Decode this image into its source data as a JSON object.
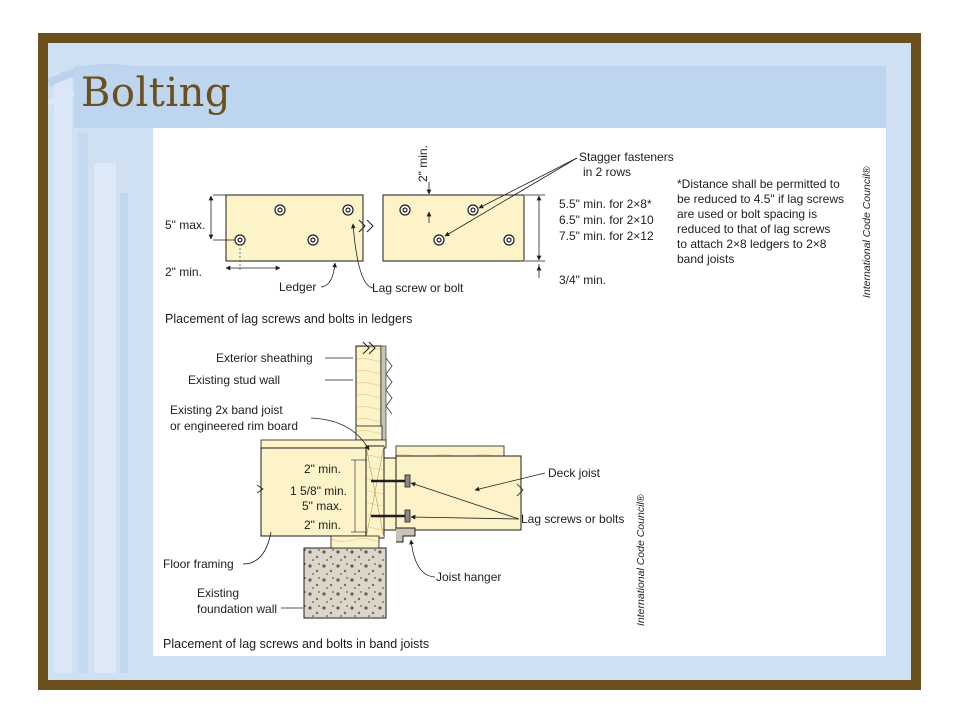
{
  "slide": {
    "title": "Bolting"
  },
  "colors": {
    "frame": "#6b4f1d",
    "panel": "#cfe0f3",
    "title": "#6b4f1d",
    "lumber": "#fdf3c8",
    "wood_grain": "#e0c27a",
    "concrete": "#d8d2c4"
  },
  "figure_top": {
    "caption": "Placement of lag screws and bolts in ledgers",
    "labels": {
      "max5": "5\" max.",
      "min2": "2\" min.",
      "ledger": "Ledger",
      "lag_screw": "Lag screw or bolt",
      "stagger_line1": "Stagger fasteners",
      "stagger_line2": "in 2 rows",
      "vertical_2min": "2\" min.",
      "spacing_line1": "5.5\" min. for 2×8*",
      "spacing_line2": "6.5\" min. for 2×10",
      "spacing_line3": "7.5\" min. for 2×12",
      "min34": "3/4\" min."
    },
    "note": [
      "*Distance shall be permitted to",
      "be reduced to 4.5\" if lag screws",
      "are used or bolt spacing is",
      "reduced to that of lag screws",
      "to attach 2×8 ledgers to 2×8",
      "band joists"
    ],
    "credit": "International Code Council®"
  },
  "figure_bottom": {
    "caption": "Placement of lag screws and bolts in band joists",
    "labels": {
      "exterior_sheathing": "Exterior sheathing",
      "existing_stud_wall": "Existing stud wall",
      "band_joist_line1": "Existing 2x band joist",
      "band_joist_line2": "or engineered rim board",
      "deck_joist": "Deck joist",
      "min2_top": "2\" min.",
      "min158": "1 5/8\" min.",
      "max5": "5\" max.",
      "min2_bottom": "2\" min.",
      "lag_screws": "Lag screws or bolts",
      "floor_framing": "Floor framing",
      "joist_hanger": "Joist hanger",
      "foundation_line1": "Existing",
      "foundation_line2": "foundation wall"
    },
    "credit": "International Code Council®"
  }
}
